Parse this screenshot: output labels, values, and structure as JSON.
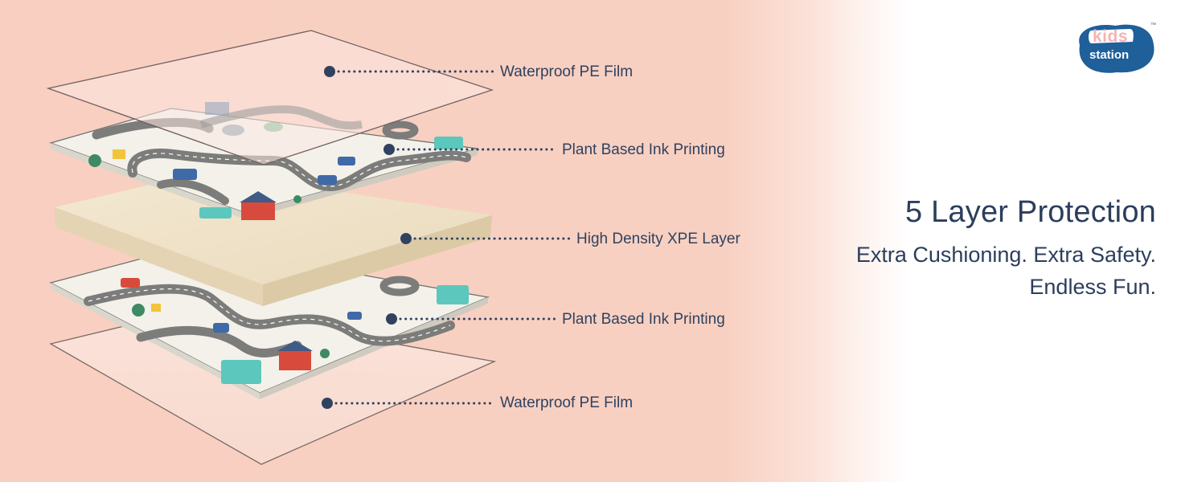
{
  "layers": [
    {
      "label": "Waterproof PE Film"
    },
    {
      "label": "Plant Based Ink Printing"
    },
    {
      "label": "High Density XPE Layer"
    },
    {
      "label": "Plant Based Ink Printing"
    },
    {
      "label": "Waterproof PE Film"
    }
  ],
  "promo": {
    "heading": "5 Layer Protection",
    "line1": "Extra Cushioning. Extra Safety.",
    "line2": "Endless Fun."
  },
  "brand": {
    "word1": "kids",
    "word2": "station",
    "mark": "™"
  },
  "colors": {
    "background": "#f8cfc0",
    "text": "#2c3e5c",
    "dot": "#2f4260",
    "foam": "#efe2c8",
    "mat": "#f3f1ea",
    "road": "#7c7c7a",
    "logo": "#1f5f9a"
  }
}
